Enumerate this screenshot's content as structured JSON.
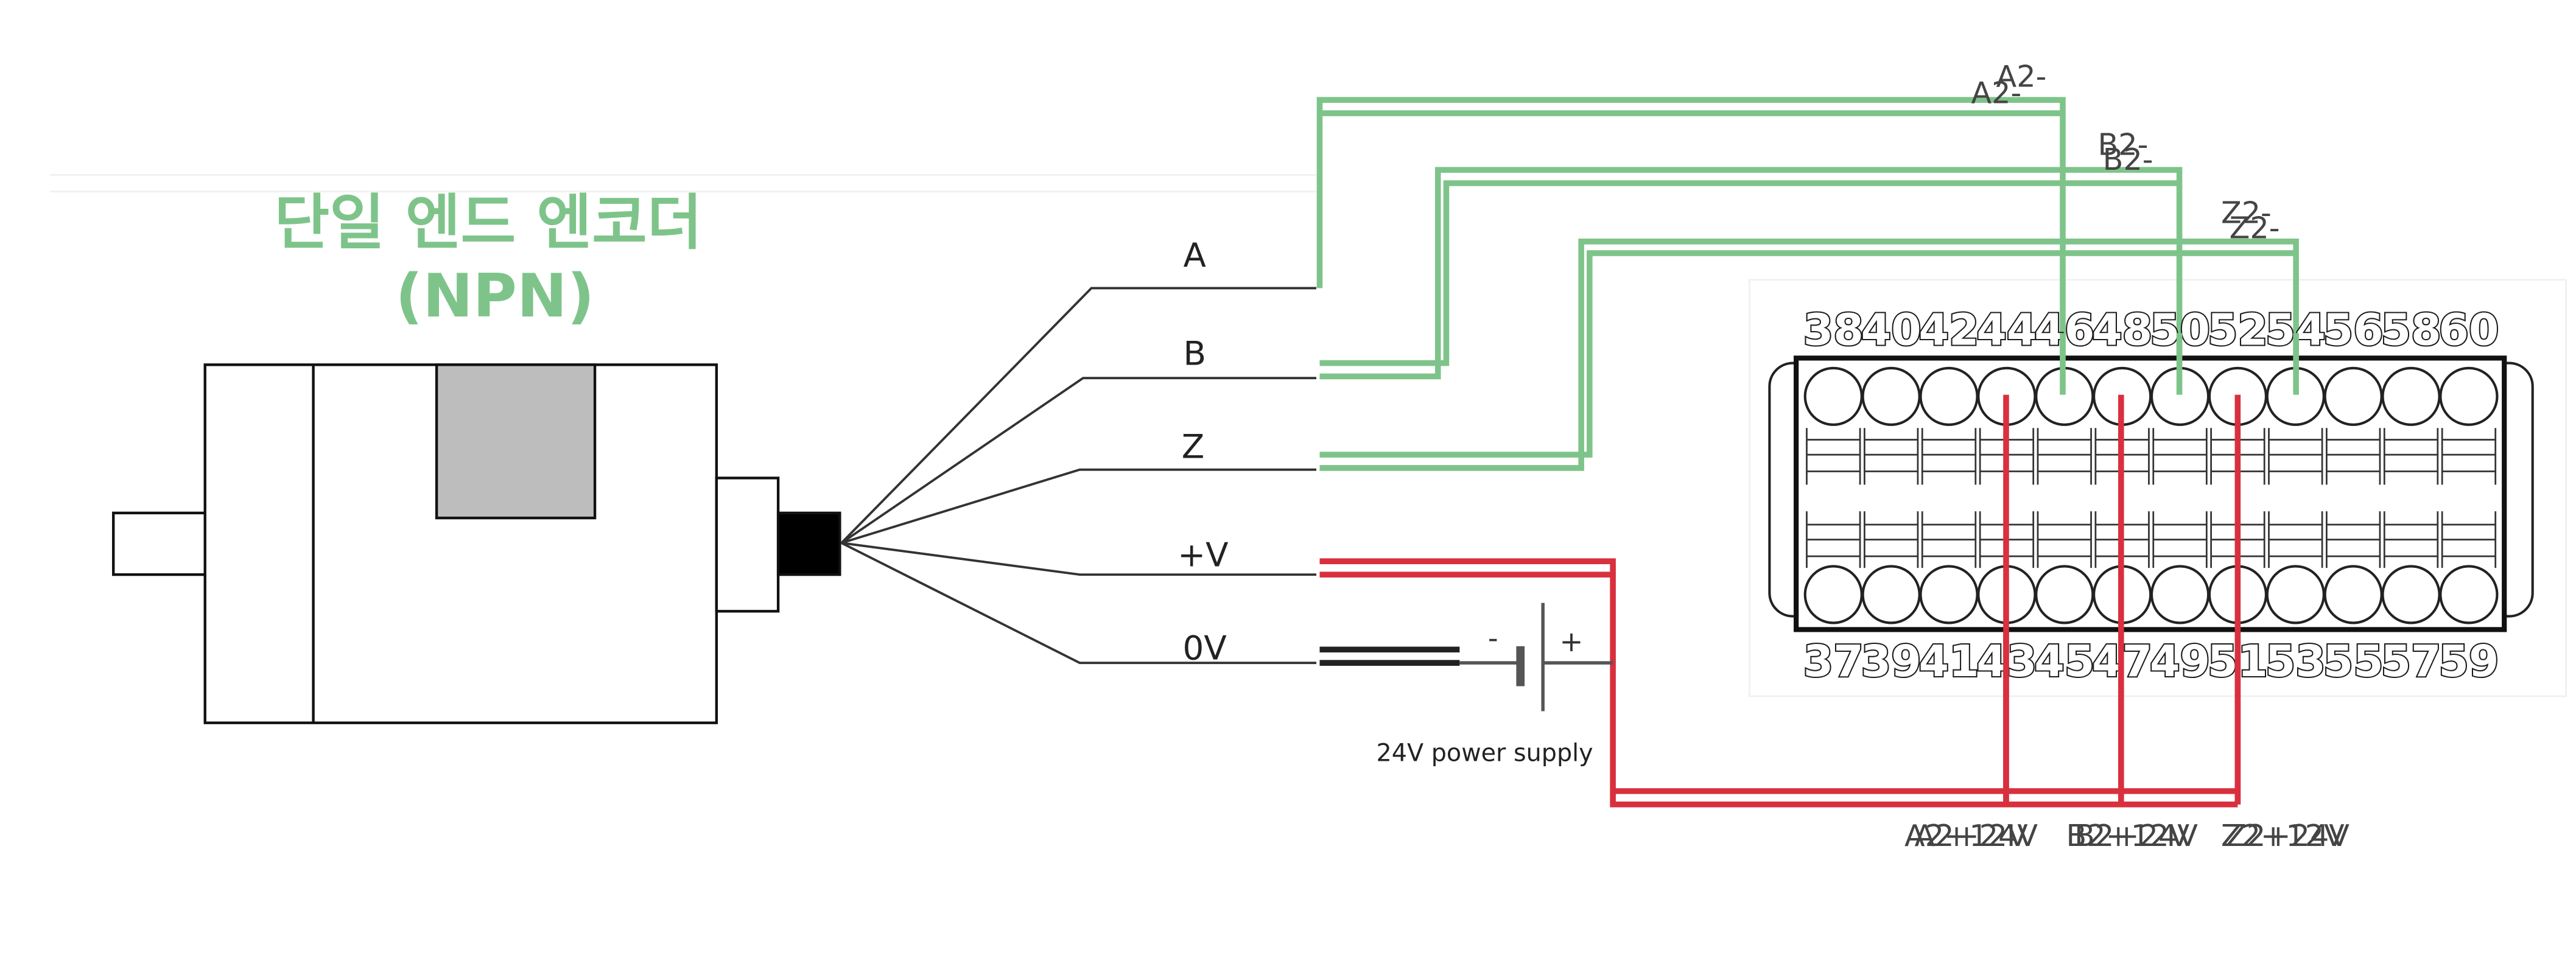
{
  "title": {
    "line1": "단일 엔드 엔코더",
    "line2": "(NPN)"
  },
  "encoder_wires": {
    "a": "A",
    "b": "B",
    "z": "Z",
    "plus_v": "+V",
    "zero_v": "0V"
  },
  "power_supply": {
    "label": "24V power supply",
    "minus": "-",
    "plus": "+"
  },
  "wire_labels": {
    "a_minus": [
      "A2-",
      "A2-"
    ],
    "b_minus": [
      "B2-",
      "B2-"
    ],
    "z_minus": [
      "Z2-",
      "Z2-"
    ],
    "a_plus": [
      "A2+12V",
      "A2+24V"
    ],
    "b_plus": [
      "B2+12V",
      "B2+24V"
    ],
    "z_plus": [
      "Z2+12V",
      "Z2+24V"
    ]
  },
  "terminal_block": {
    "top_numbers": [
      "38",
      "40",
      "42",
      "44",
      "46",
      "48",
      "50",
      "52",
      "54",
      "56",
      "58",
      "60"
    ],
    "bottom_numbers": [
      "37",
      "39",
      "41",
      "43",
      "45",
      "47",
      "49",
      "51",
      "53",
      "55",
      "57",
      "59"
    ]
  },
  "colors": {
    "signal_wire": "#7ec48a",
    "power_wire": "#d9303e",
    "ground_wire": "#222222",
    "title": "#7ec48a",
    "encoder_window": "#bdbdbd",
    "connector": "#000000"
  }
}
